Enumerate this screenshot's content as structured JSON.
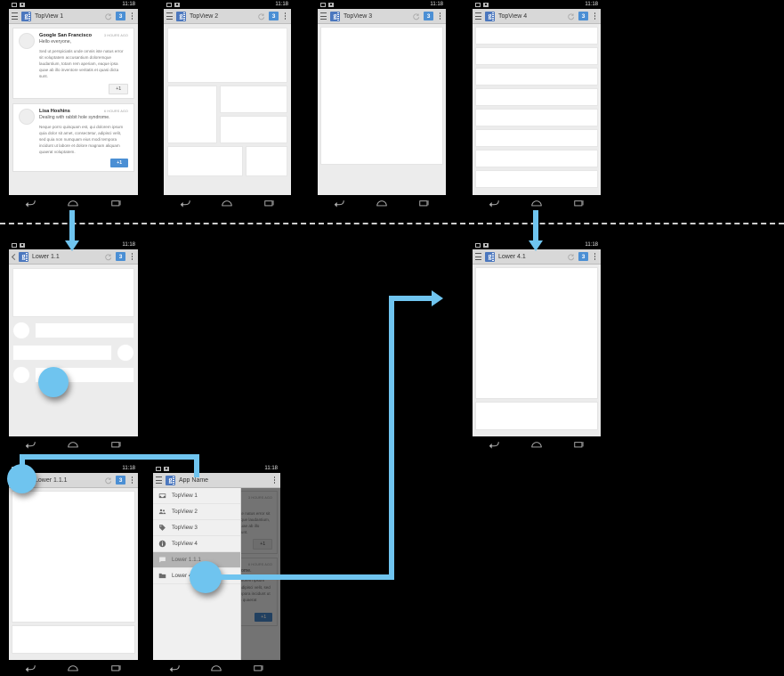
{
  "status_bar": {
    "time": "11:18",
    "icons": [
      "sd-card-icon",
      "screenshot-icon"
    ]
  },
  "action_bar": {
    "refresh_label": "refresh-icon",
    "count_badge": "3",
    "overflow_label": "overflow-menu-icon"
  },
  "phones": {
    "topview1": {
      "title": "TopView 1",
      "cards": [
        {
          "name": "Google San Francisco",
          "time": "3 HOURS AGO",
          "subtitle": "Hello everyone,",
          "body": "Sed ut perspiciatis unde omnis iste natus error sit voluptatem accusantium doloremque laudantium, totam rem aperiam, eaque ipsa quae ab illo inventore veritatis et quasi dicta sunt.",
          "plus": "+1",
          "plus_style": "ghost"
        },
        {
          "name": "Lisa Hoshins",
          "time": "6 HOURS AGO",
          "subtitle": "Dealing with rabbit hole syndrome.",
          "body": "Neque porro quisquam est, qui dolorem ipsum quia dolor sit amet, consectetur, adipisci velit, sed quia non numquam eius modi tempora incidunt ut labore et dolore magnam aliquam quaerat voluptatem.",
          "plus": "+1",
          "plus_style": "solid"
        }
      ]
    },
    "topview2": {
      "title": "TopView 2"
    },
    "topview3": {
      "title": "TopView 3"
    },
    "topview4": {
      "title": "TopView 4"
    },
    "lower11": {
      "title": "Lower 1.1"
    },
    "lower41": {
      "title": "Lower 4.1"
    },
    "lower111": {
      "title": "Lower 1.1.1"
    },
    "drawer_phone": {
      "title": "App Name",
      "menu": [
        {
          "label": "TopView 1",
          "icon": "inbox-icon",
          "active": false
        },
        {
          "label": "TopView 2",
          "icon": "people-icon",
          "active": false
        },
        {
          "label": "TopView 3",
          "icon": "tag-icon",
          "active": false
        },
        {
          "label": "TopView 4",
          "icon": "info-icon",
          "active": false
        },
        {
          "label": "Lower 1.1.1",
          "icon": "chat-icon",
          "active": true
        },
        {
          "label": "Lower 4.1",
          "icon": "folder-icon",
          "active": false
        }
      ]
    }
  },
  "colors": {
    "accent": "#6fc4ef",
    "badge": "#4b8fd4",
    "logo": "#4b77be",
    "actionbar": "#d8d8d8",
    "screen": "#ececec",
    "divider": "#cfcfcf"
  }
}
